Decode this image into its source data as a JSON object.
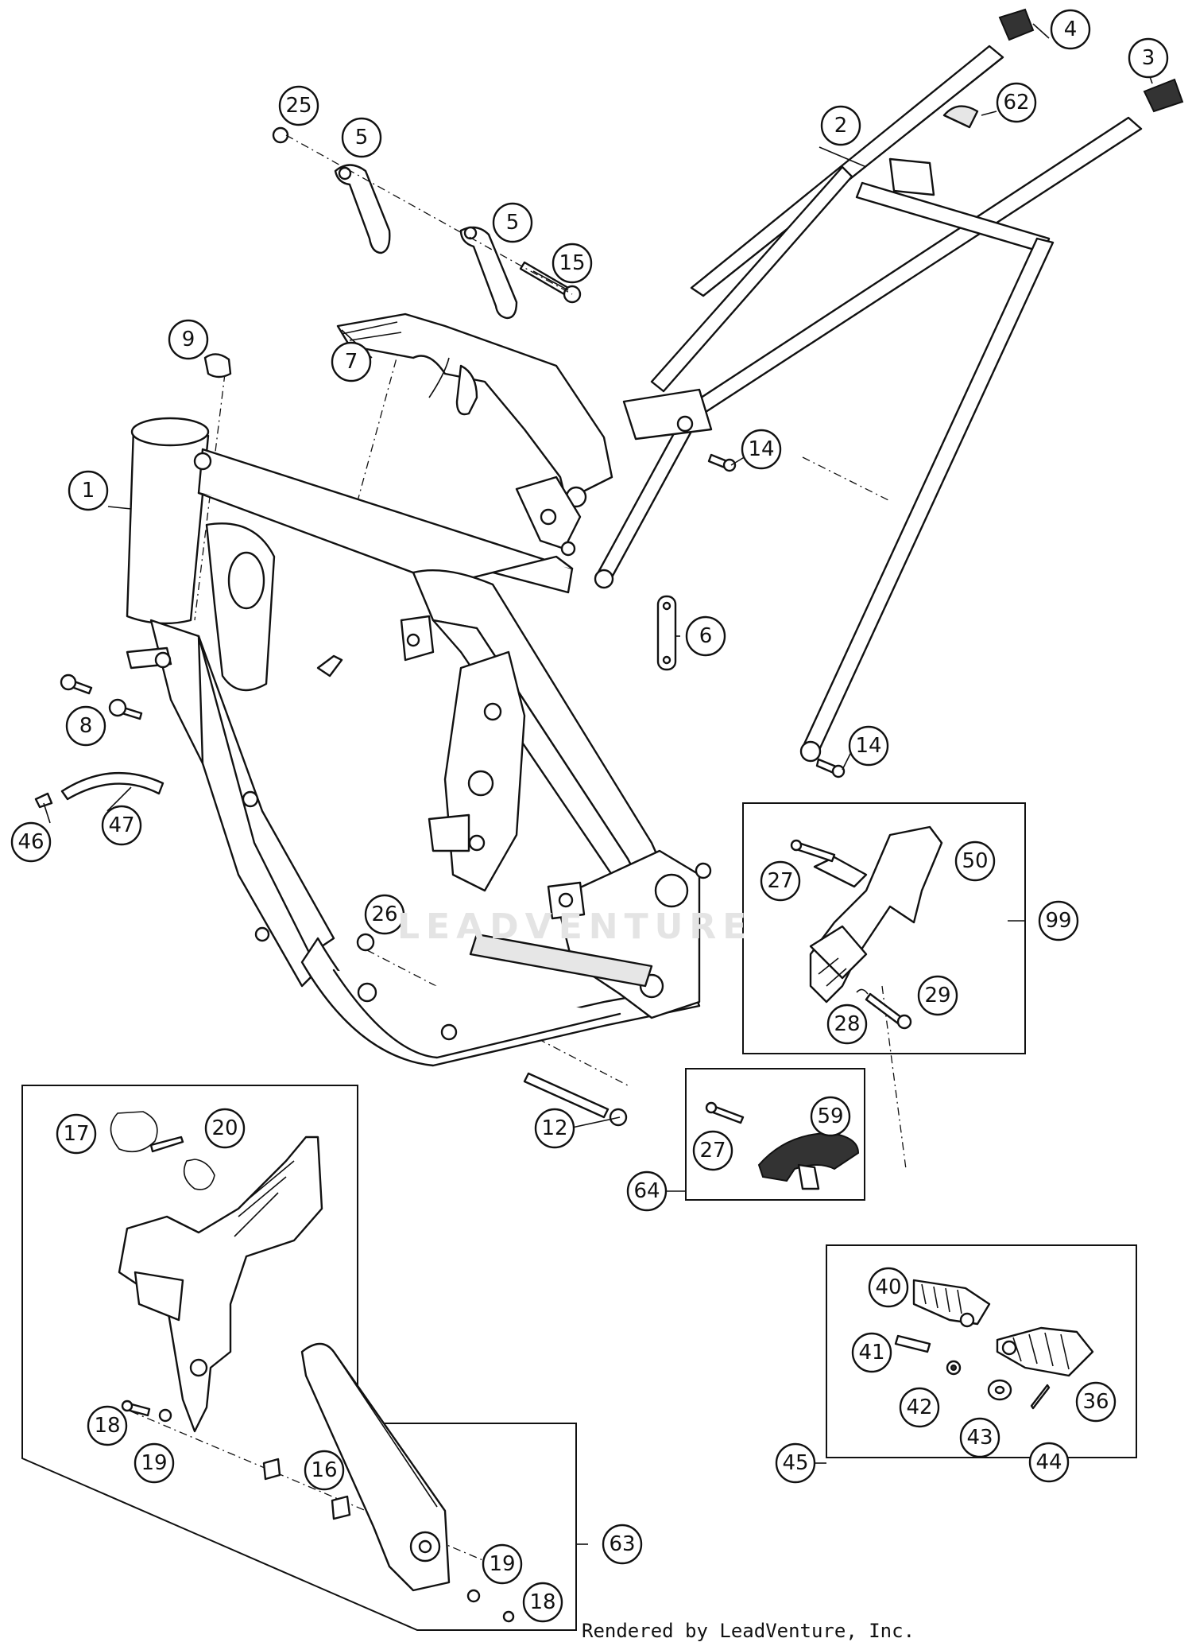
{
  "watermark": "LEADVENTURE",
  "credit": "Rendered by LeadVenture, Inc.",
  "callouts": {
    "c1": "1",
    "c2": "2",
    "c3": "3",
    "c4": "4",
    "c5a": "5",
    "c5b": "5",
    "c6": "6",
    "c7": "7",
    "c8": "8",
    "c9": "9",
    "c12": "12",
    "c14a": "14",
    "c14b": "14",
    "c15": "15",
    "c16": "16",
    "c17": "17",
    "c18a": "18",
    "c18b": "18",
    "c19a": "19",
    "c19b": "19",
    "c20": "20",
    "c25": "25",
    "c26": "26",
    "c27a": "27",
    "c27b": "27",
    "c28": "28",
    "c29": "29",
    "c36": "36",
    "c40": "40",
    "c41": "41",
    "c42": "42",
    "c43": "43",
    "c44": "44",
    "c45": "45",
    "c46": "46",
    "c47": "47",
    "c50": "50",
    "c59": "59",
    "c62": "62",
    "c63": "63",
    "c64": "64",
    "c99": "99"
  }
}
